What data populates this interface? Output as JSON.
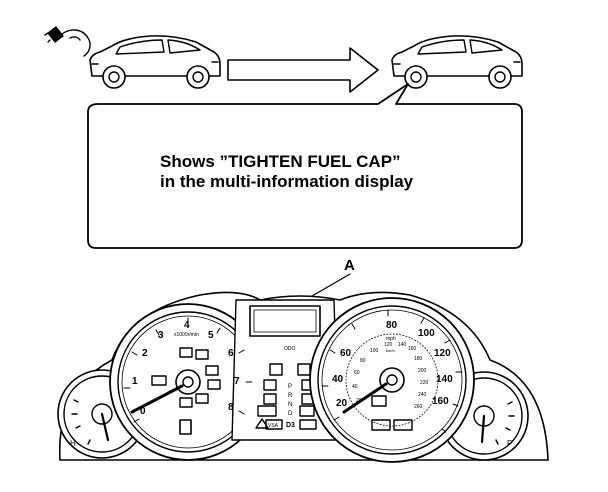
{
  "callout": {
    "line1": "Shows ”TIGHTEN FUEL CAP”",
    "line2": "in the multi-information display"
  },
  "labels": {
    "a": "A"
  },
  "tachometer": {
    "unit": "x1000r/min",
    "ticks": [
      "0",
      "1",
      "2",
      "3",
      "4",
      "5",
      "6",
      "7",
      "8"
    ]
  },
  "speedometer": {
    "unit_top": "mph",
    "unit_inner": "km/h",
    "mph_ticks": [
      "20",
      "40",
      "60",
      "80",
      "100",
      "120",
      "140",
      "160"
    ],
    "kmh_ticks": [
      "20",
      "40",
      "60",
      "80",
      "100",
      "120",
      "140",
      "160",
      "180",
      "200",
      "220",
      "240",
      "260"
    ]
  },
  "center_panel": {
    "odo_label": "ODO",
    "gear_letters": [
      "P",
      "R",
      "N",
      "D",
      "D3"
    ],
    "vsa_label": "VSA"
  }
}
